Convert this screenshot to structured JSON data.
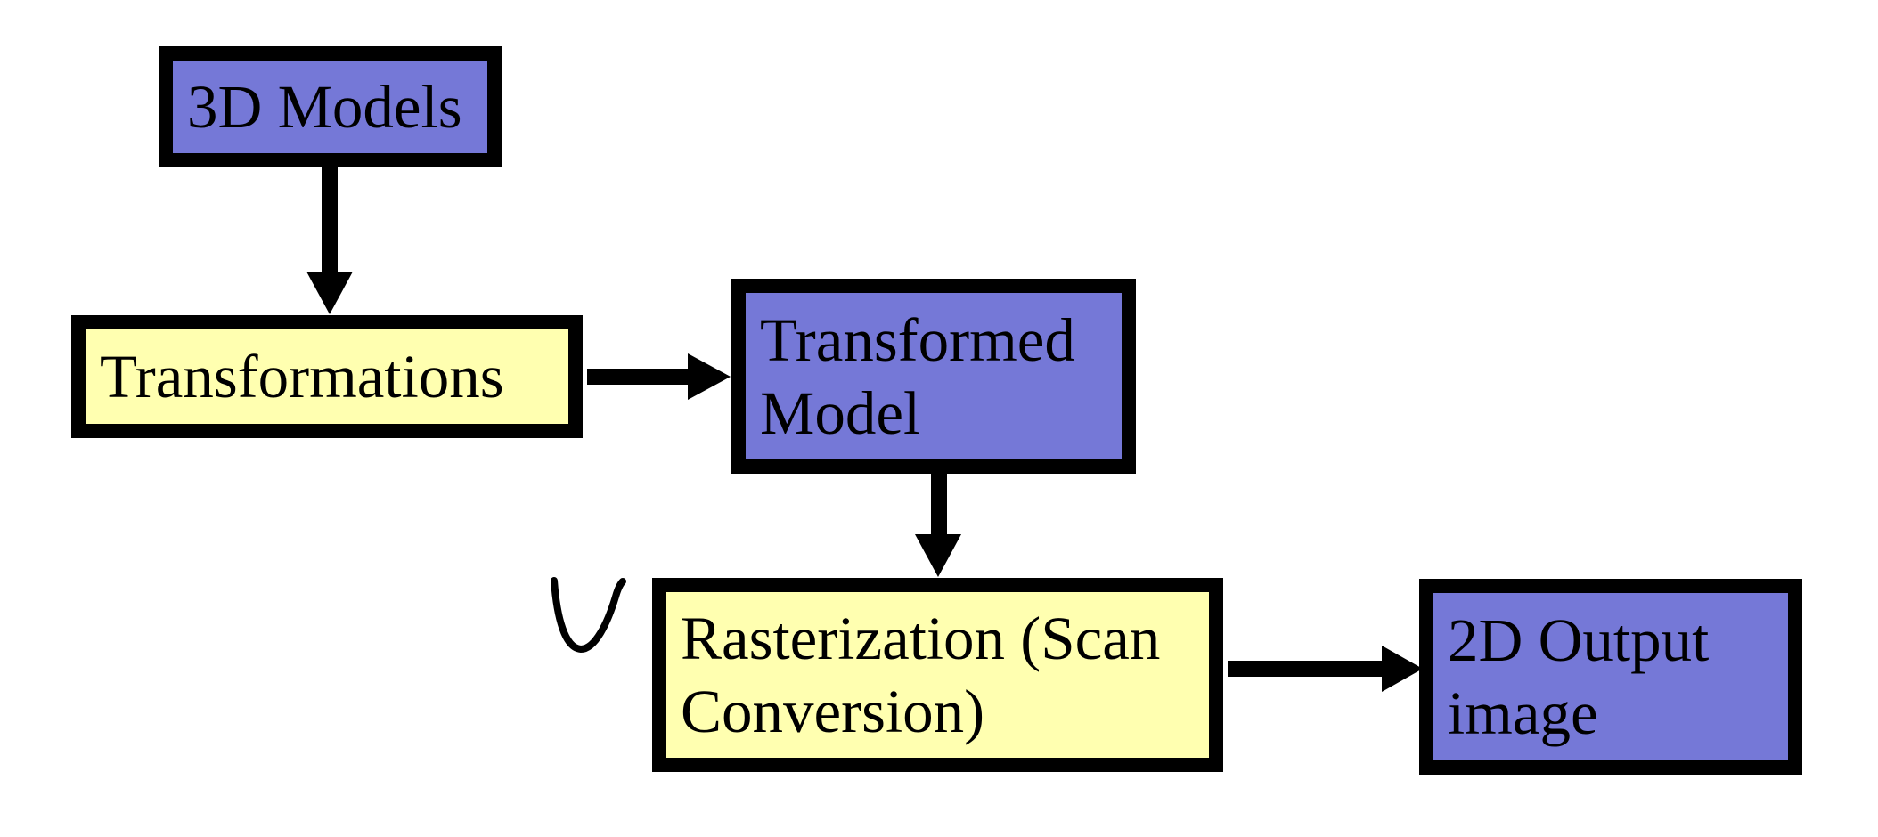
{
  "diagram": {
    "background": "#FFFFFF",
    "colors": {
      "node_purple": "#7578D7",
      "node_yellow": "#FFFFB0",
      "border": "#000000",
      "arrow": "#000000",
      "text": "#000000"
    },
    "nodes": [
      {
        "id": "3d-models",
        "label": "3D Models",
        "lines": [
          "3D Models"
        ],
        "fill": "#7578D7"
      },
      {
        "id": "transformations",
        "label": "Transformations",
        "lines": [
          "Transformations"
        ],
        "fill": "#FFFFB0"
      },
      {
        "id": "transformed-model",
        "label": "Transformed Model",
        "lines": [
          "Transformed",
          "Model"
        ],
        "fill": "#7578D7"
      },
      {
        "id": "rasterization-scan-conversion",
        "label": "Rasterization (Scan Conversion)",
        "lines": [
          "Rasterization (Scan",
          "Conversion)"
        ],
        "fill": "#FFFFB0"
      },
      {
        "id": "2d-output-image",
        "label": "2D Output image",
        "lines": [
          "2D Output",
          "image"
        ],
        "fill": "#7578D7"
      }
    ],
    "edges": [
      {
        "from": "3d-models",
        "to": "transformations",
        "direction": "down"
      },
      {
        "from": "transformations",
        "to": "transformed-model",
        "direction": "right"
      },
      {
        "from": "transformed-model",
        "to": "rasterization-scan-conversion",
        "direction": "down"
      },
      {
        "from": "rasterization-scan-conversion",
        "to": "2d-output-image",
        "direction": "right"
      }
    ],
    "annotations": [
      {
        "id": "hand-drawn-u-mark",
        "shape": "u-curve",
        "position": "left-of-rasterization-box"
      }
    ]
  }
}
